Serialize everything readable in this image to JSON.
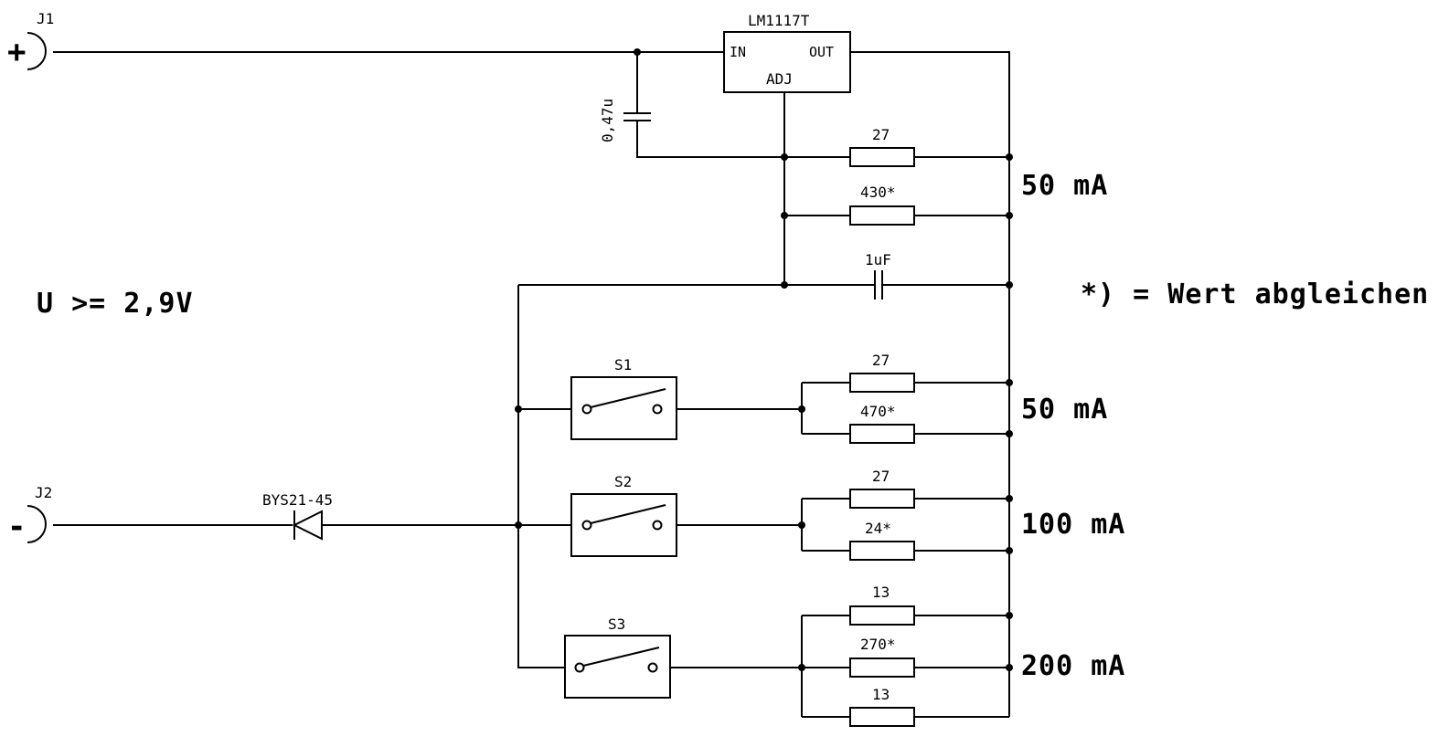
{
  "connectors": {
    "j1_label": "J1",
    "j1_symbol": "+",
    "j2_label": "J2",
    "j2_symbol": "-"
  },
  "regulator": {
    "name": "LM1117T",
    "pin_in": "IN",
    "pin_out": "OUT",
    "pin_adj": "ADJ"
  },
  "capacitors": {
    "c1": "0,47u",
    "c2": "1uF"
  },
  "diode": "BYS21-45",
  "switches": [
    "S1",
    "S2",
    "S3"
  ],
  "resistors": {
    "r1": "27",
    "r2": "430*",
    "r3": "27",
    "r4": "470*",
    "r5": "27",
    "r6": "24*",
    "r7": "13",
    "r8": "270*",
    "r9": "13"
  },
  "currents": [
    "50 mA",
    "50 mA",
    "100 mA",
    "200 mA"
  ],
  "notes": {
    "voltage": "U >= 2,9V",
    "footnote": "*) = Wert abgleichen"
  }
}
